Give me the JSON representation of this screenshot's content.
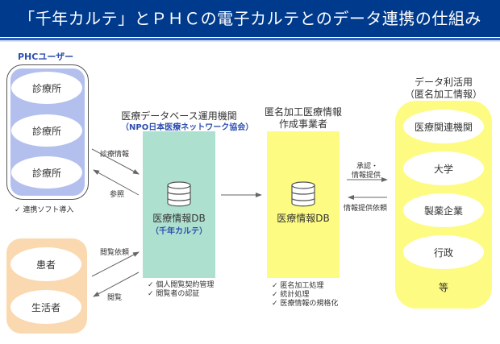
{
  "header": {
    "title": "「千年カルテ」とＰＨＣの電子カルテとのデータ連携の仕組み"
  },
  "phc_users": {
    "label": "PHCユーザー",
    "clinics": [
      "診療所",
      "診療所",
      "診療所"
    ],
    "note": "✓ 連携ソフト導入"
  },
  "patients": {
    "items": [
      "患者",
      "生活者"
    ]
  },
  "arrows": {
    "clinic_to_db": "診療情報",
    "db_to_clinic": "参照",
    "patient_to_db": "閲覧依頼",
    "db_to_patient": "閲覧",
    "anon_to_users": "承認・\n情報提供",
    "anon_to_users_line1": "承認・",
    "anon_to_users_line2": "情報提供",
    "users_to_anon": "情報提供依頼"
  },
  "db_operator": {
    "title": "医療データベース運用機関",
    "subtitle": "（NPO日本医療ネットワーク協会）",
    "db_label": "医療情報DB",
    "db_sublabel": "（千年カルテ）",
    "checks": [
      "✓ 個人閲覧契約管理",
      "✓ 閲覧者の認証"
    ]
  },
  "anon_operator": {
    "title_line1": "匿名加工医療情報",
    "title_line2": "作成事業者",
    "db_label": "医療情報DB",
    "checks": [
      "✓ 匿名加工処理",
      "✓ 統計処理",
      "✓ 医療情報の規格化"
    ]
  },
  "data_users": {
    "title_line1": "データ利活用",
    "title_line2": "（匿名加工情報）",
    "items": [
      "医療関連機関",
      "大学",
      "製薬企業",
      "行政"
    ],
    "etc": "等"
  },
  "colors": {
    "header": "#003a8c",
    "phc_inner": "#b3c0ee",
    "patient": "#fad9b0",
    "db_teal": "#aee0cf",
    "anon_yellow": "#fdfb82",
    "accent_blue": "#2d4fb0"
  }
}
